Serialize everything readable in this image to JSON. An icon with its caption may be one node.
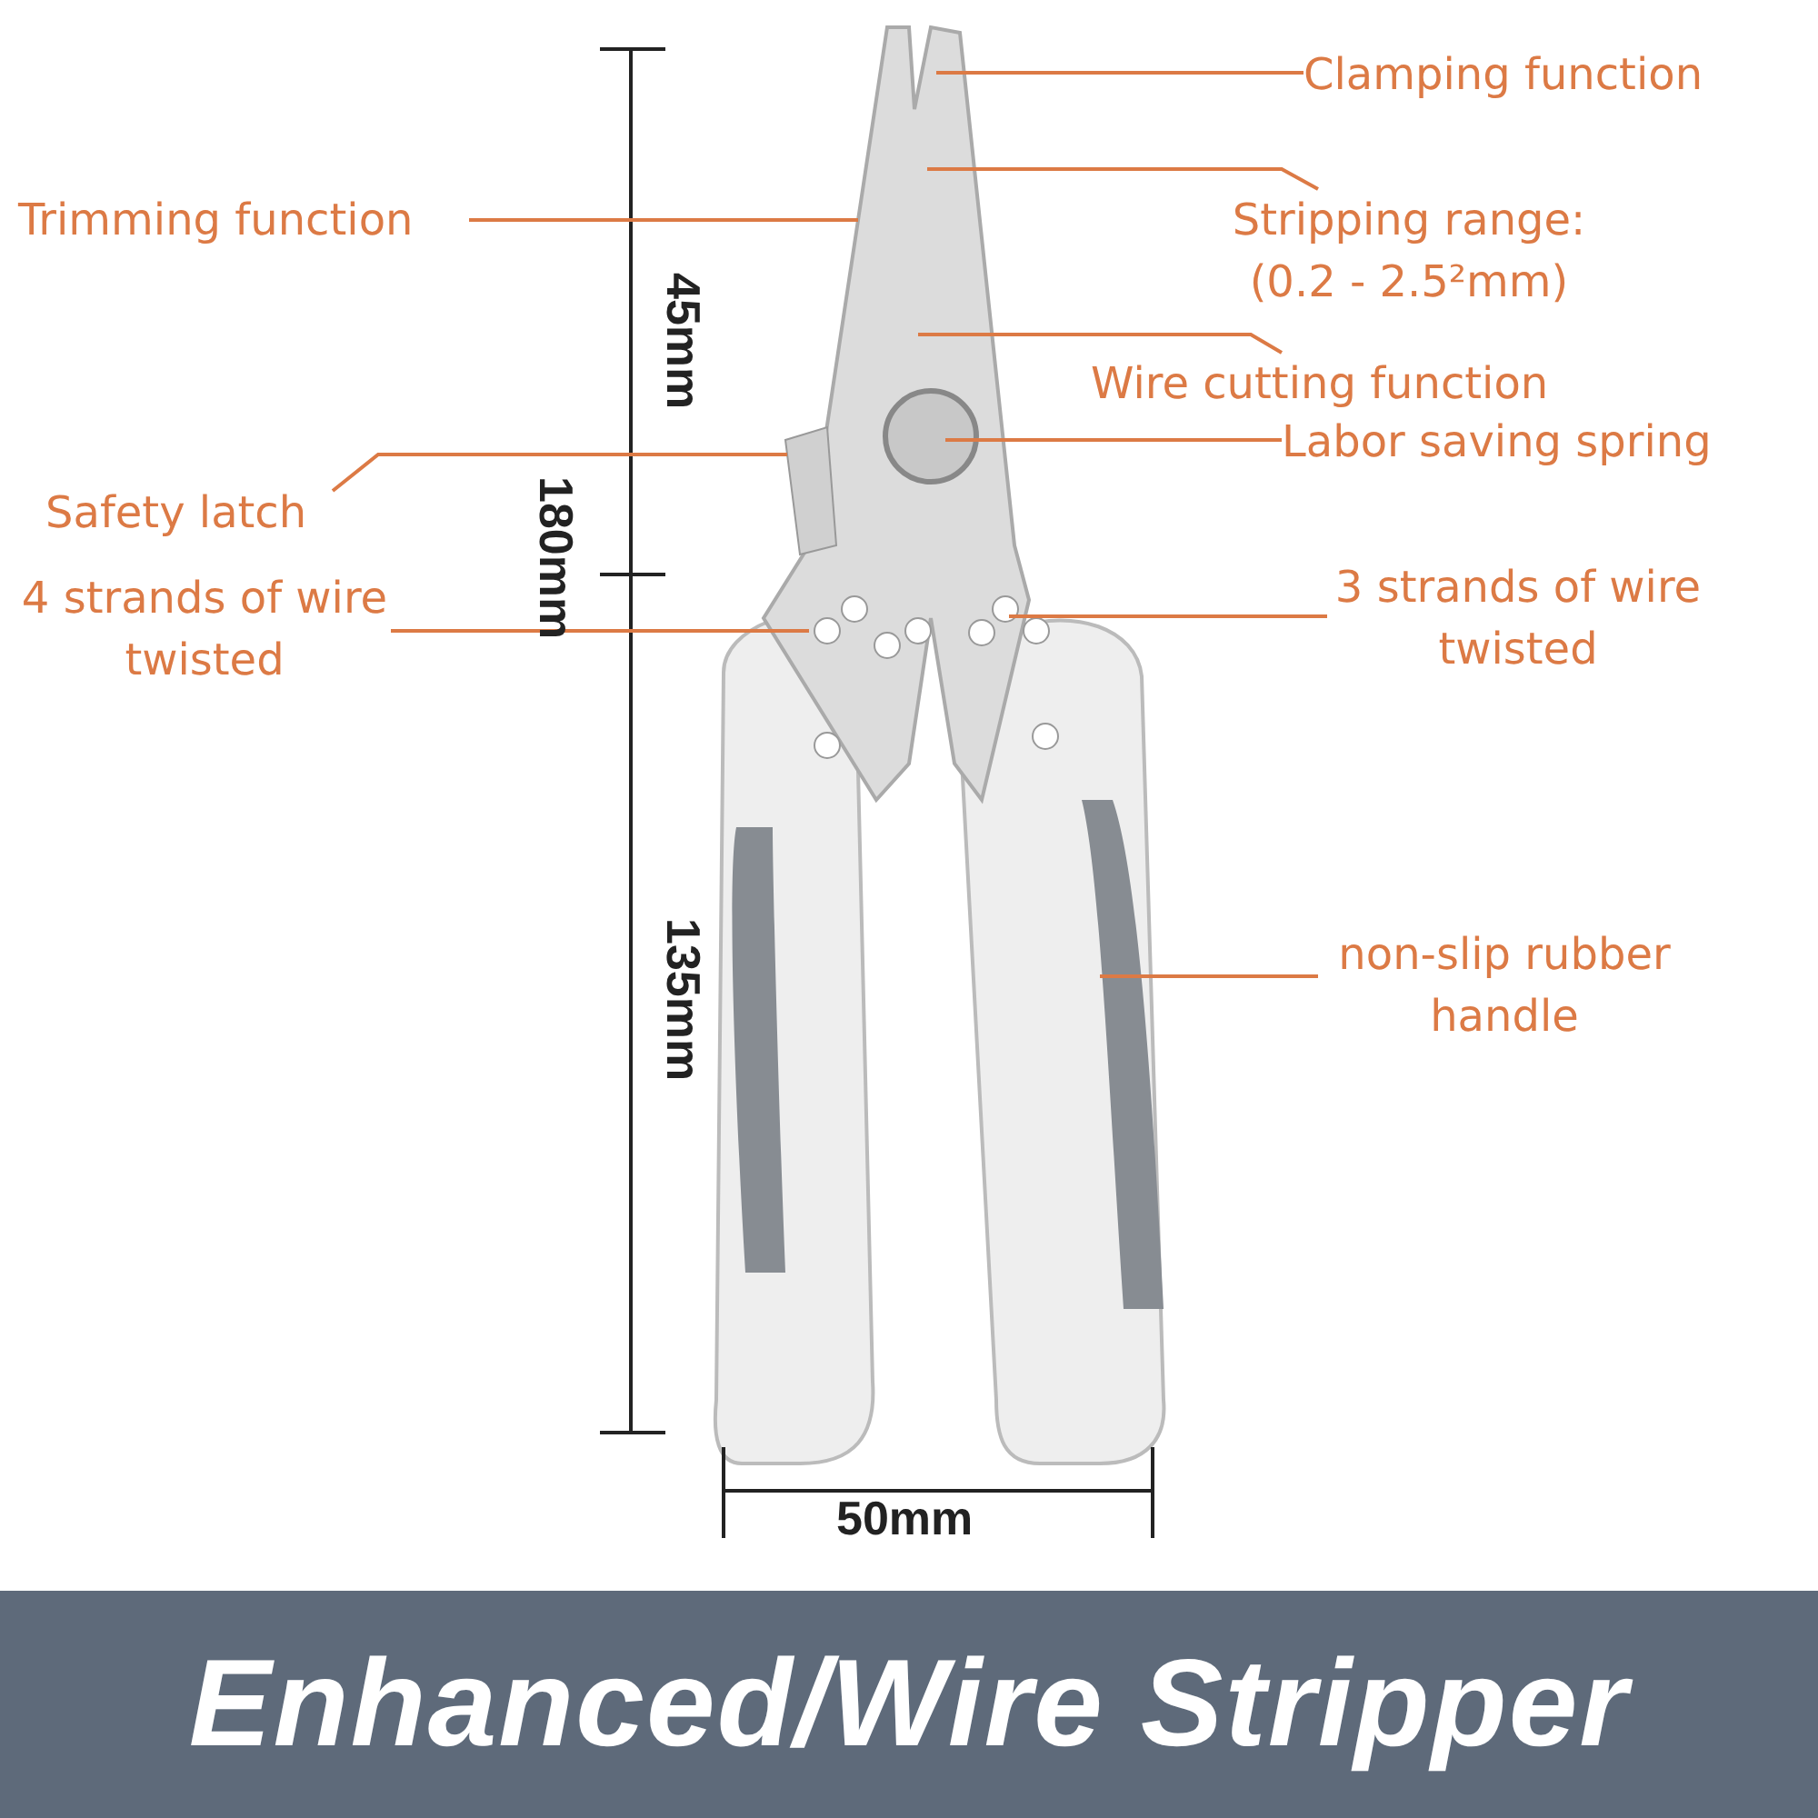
{
  "diagram": {
    "title": "Enhanced/Wire Stripper",
    "nodes": [
      {
        "text": [
          "Clamping function"
        ]
      },
      {
        "text": [
          "Trimming function"
        ]
      },
      {
        "text": [
          "Stripping range: (0.2 - 2.5²mm)"
        ]
      },
      {
        "text": [
          "Wire cutting function"
        ]
      },
      {
        "text": [
          "Labor saving spring"
        ]
      },
      {
        "text": [
          "Safety latch"
        ]
      },
      {
        "text": [
          "4 strands of wire twisted"
        ]
      },
      {
        "text": [
          "3 strands of wire twisted"
        ]
      },
      {
        "text": [
          "non-slip rubber handle"
        ]
      }
    ],
    "edges": [
      {
        "from": 0,
        "to": null,
        "arrow": "none"
      },
      {
        "from": 1,
        "to": null,
        "arrow": "none"
      },
      {
        "from": 2,
        "to": null,
        "arrow": "none"
      },
      {
        "from": 3,
        "to": null,
        "arrow": "none"
      },
      {
        "from": 4,
        "to": null,
        "arrow": "none"
      },
      {
        "from": 5,
        "to": null,
        "arrow": "none"
      },
      {
        "from": 6,
        "to": null,
        "arrow": "none"
      },
      {
        "from": 7,
        "to": null,
        "arrow": "none"
      },
      {
        "from": 8,
        "to": null,
        "arrow": "none"
      }
    ],
    "labels": [
      "45mm",
      "180mm",
      "135mm",
      "50mm"
    ]
  }
}
